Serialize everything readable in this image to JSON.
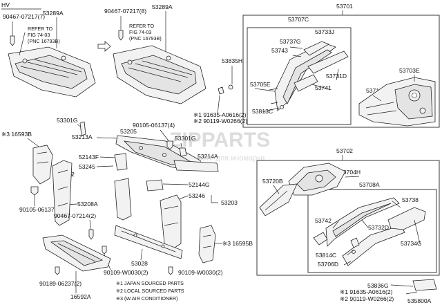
{
  "corner_tag": "HV",
  "diagram_code": "535800A",
  "watermark": {
    "brand": "ZIPPARTS",
    "sub": "Запчасти для иномарки"
  },
  "notes": {
    "n1": "※1  JAPAN SOURCED PARTS",
    "n2": "※2  LOCAL SOURCED PARTS",
    "n3": "※3  (W.AIR CONDITIONER)"
  },
  "refer_left": [
    "REFER TO",
    "FIG 74-03",
    "(PNC 16793B)"
  ],
  "refer_right": [
    "REFER TO",
    "FIG 74-03",
    "(PNC 16793B)"
  ],
  "labels": {
    "p53289A_l": "53289A",
    "p53289A_r": "53289A",
    "p90467_07217_7": "90467-07217(7)",
    "p90467_07217_8": "90467-07217(8)",
    "p53701": "53701",
    "p53707C": "53707C",
    "p53733J": "53733J",
    "p53737G": "53737G",
    "p53743": "53743",
    "p53835H": "53835H",
    "p53705E": "53705E",
    "p53731D": "53731D",
    "p53703E": "53703E",
    "p53741": "53741",
    "p53710J": "53710J",
    "p53813C": "53813C",
    "p91635_a1": "※1 91635-A0616(2)",
    "p90119_a2": "※2 90119-W0266(2)",
    "p53301G_a": "53301G",
    "p90105_06137_4": "90105-06137(4)",
    "p16593B": "※3 16593B",
    "p53213A": "53213A",
    "p53205": "53205",
    "p53301G_b": "53301G",
    "p52143F": "52143F",
    "p53245": "53245",
    "p53214A": "53214A",
    "p53202": "53202",
    "p52144G": "52144G",
    "p53246": "53246",
    "p53203": "53203",
    "p53208A": "53208A",
    "p90105_06137_2": "90105-06137(2)",
    "p90467_07214_2": "90467-07214(2)",
    "p16595B": "※3 16595B",
    "p53028": "53028",
    "p90109_w0030_2a": "90109-W0030(2)",
    "p90109_w0030_2b": "90109-W0030(2)",
    "p90189_06237_2": "90189-06237(2)",
    "p16592A": "16592A",
    "p53702": "53702",
    "p53704H": "53704H",
    "p53720B": "53720B",
    "p53708A": "53708A",
    "p53738": "53738",
    "p53742": "53742",
    "p53732D": "53732D",
    "p53814C": "53814C",
    "p53734G": "53734G",
    "p53706D": "53706D",
    "p53836G": "53836G",
    "p91635_b1": "※1 91635-A0616(2)",
    "p90119_b2": "※2 90119-W0266(2)"
  }
}
